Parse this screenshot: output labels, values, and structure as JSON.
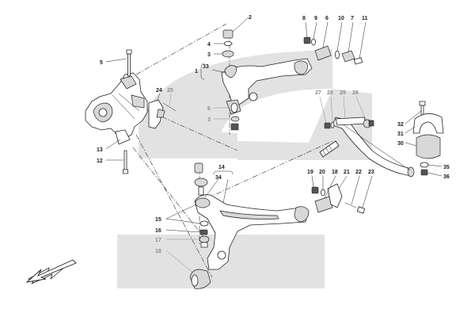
{
  "callouts": [
    {
      "id": "c2",
      "text": "2",
      "tone": "black"
    },
    {
      "id": "c4",
      "text": "4",
      "tone": "black"
    },
    {
      "id": "c3a",
      "text": "3",
      "tone": "black"
    },
    {
      "id": "c5",
      "text": "5",
      "tone": "black"
    },
    {
      "id": "c1",
      "text": "1",
      "tone": "black"
    },
    {
      "id": "c33",
      "text": "33",
      "tone": "black"
    },
    {
      "id": "c8",
      "text": "8",
      "tone": "black"
    },
    {
      "id": "c9",
      "text": "9",
      "tone": "black"
    },
    {
      "id": "c6a",
      "text": "6",
      "tone": "black"
    },
    {
      "id": "c10",
      "text": "10",
      "tone": "black"
    },
    {
      "id": "c7",
      "text": "7",
      "tone": "black"
    },
    {
      "id": "c11",
      "text": "11",
      "tone": "black"
    },
    {
      "id": "c24",
      "text": "24",
      "tone": "black"
    },
    {
      "id": "c25",
      "text": "25",
      "tone": "grey"
    },
    {
      "id": "c6b",
      "text": "6",
      "tone": "grey"
    },
    {
      "id": "c3b",
      "text": "3",
      "tone": "grey"
    },
    {
      "id": "c27",
      "text": "27",
      "tone": "grey"
    },
    {
      "id": "c28",
      "text": "28",
      "tone": "grey"
    },
    {
      "id": "c29",
      "text": "29",
      "tone": "grey"
    },
    {
      "id": "c26",
      "text": "26",
      "tone": "grey"
    },
    {
      "id": "c32",
      "text": "32",
      "tone": "black"
    },
    {
      "id": "c31",
      "text": "31",
      "tone": "black"
    },
    {
      "id": "c30",
      "text": "30",
      "tone": "black"
    },
    {
      "id": "c13",
      "text": "13",
      "tone": "black"
    },
    {
      "id": "c12",
      "text": "12",
      "tone": "black"
    },
    {
      "id": "c14",
      "text": "14",
      "tone": "black"
    },
    {
      "id": "c34",
      "text": "34",
      "tone": "black"
    },
    {
      "id": "c19",
      "text": "19",
      "tone": "black"
    },
    {
      "id": "c20",
      "text": "20",
      "tone": "black"
    },
    {
      "id": "c18a",
      "text": "18",
      "tone": "black"
    },
    {
      "id": "c21",
      "text": "21",
      "tone": "black"
    },
    {
      "id": "c22",
      "text": "22",
      "tone": "black"
    },
    {
      "id": "c23",
      "text": "23",
      "tone": "black"
    },
    {
      "id": "c35",
      "text": "35",
      "tone": "black"
    },
    {
      "id": "c36",
      "text": "36",
      "tone": "black"
    },
    {
      "id": "c15",
      "text": "15",
      "tone": "black"
    },
    {
      "id": "c16",
      "text": "16",
      "tone": "black"
    },
    {
      "id": "c17",
      "text": "17",
      "tone": "grey"
    },
    {
      "id": "c18b",
      "text": "18",
      "tone": "grey"
    }
  ]
}
